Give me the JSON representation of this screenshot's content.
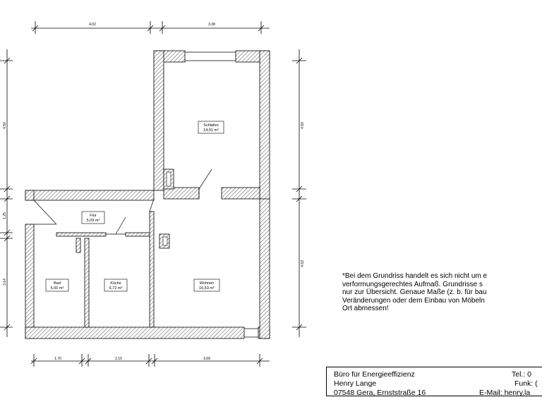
{
  "dimensions": {
    "top_left": "4.02",
    "top_right": "3.38",
    "bottom_1": "1.70",
    "bottom_2": "2.15",
    "bottom_3": "3.69",
    "left_1": "4.50",
    "left_2": "1.25",
    "left_3": "3.14",
    "right_1": "4.50",
    "right_2": "4.53"
  },
  "rooms": {
    "schlafen": {
      "name": "Schlafen",
      "area": "14,91 m²"
    },
    "flur": {
      "name": "Flur",
      "area": "5,09 m²"
    },
    "bad": {
      "name": "Bad",
      "area": "5,00 m²"
    },
    "kueche": {
      "name": "Küche",
      "area": "6,72 m²"
    },
    "wohnen": {
      "name": "Wohnen",
      "area": "16,53 m²"
    }
  },
  "disclaimer": {
    "line1": "*Bei dem Grundriss handelt es sich nicht um e",
    "line2": "verformungsgerechtes Aufmaß. Grundrisse s",
    "line3": "nur zur Übersicht. Genaue Maße (z. b. für bau",
    "line4": "Veränderungen oder dem Einbau von Möbeln",
    "line5": "Ort abmessen!"
  },
  "contact": {
    "company": "Büro für Energieeffizienz",
    "name": "Henry Lange",
    "address": "07548 Gera, Ernststraße 16",
    "tel": "Tel.: 0",
    "funk": "Funk: (",
    "email": "E-Mail: henry.la"
  }
}
